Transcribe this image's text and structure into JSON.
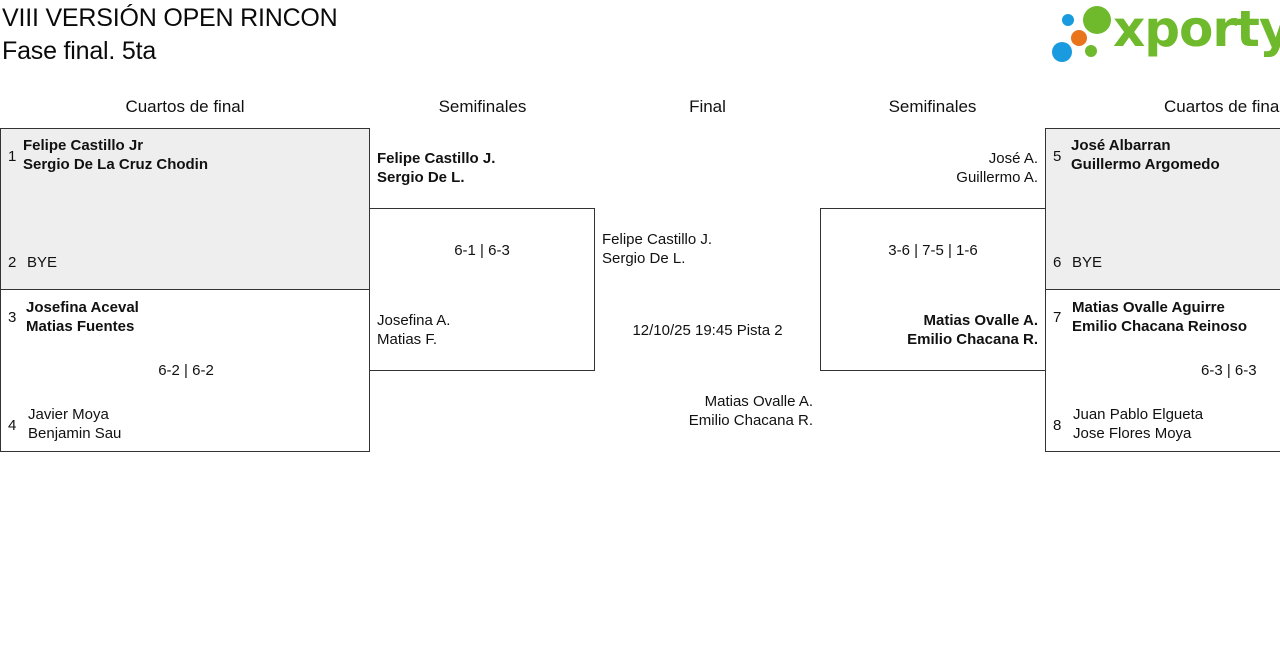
{
  "header": {
    "title": "VIII VERSIÓN OPEN RINCON",
    "subtitle": "Fase final. 5ta",
    "logo_text": "xporty",
    "logo_colors": {
      "blue": "#1a9be0",
      "orange": "#e8741c",
      "green": "#6fba2c"
    }
  },
  "columns": {
    "left_qf": "Cuartos de final",
    "left_sf": "Semifinales",
    "final": "Final",
    "right_sf": "Semifinales",
    "right_qf": "Cuartos de final"
  },
  "left_qf": {
    "m1": {
      "seed_a": "1",
      "a1": "Felipe Castillo Jr",
      "a2": "Sergio De La Cruz Chodin",
      "seed_b": "2",
      "b1": "BYE"
    },
    "m2": {
      "seed_a": "3",
      "a1": "Josefina Aceval",
      "a2": "Matias Fuentes",
      "score": "6-2 | 6-2",
      "seed_b": "4",
      "b1": "Javier Moya",
      "b2": "Benjamin Sau"
    }
  },
  "left_sf": {
    "a1": "Felipe Castillo J.",
    "a2": "Sergio De L.",
    "score": "6-1 | 6-3",
    "b1": "Josefina A.",
    "b2": "Matias F."
  },
  "final": {
    "a1": "Felipe Castillo J.",
    "a2": "Sergio De L.",
    "info": "12/10/25 19:45 Pista 2",
    "b1": "Matias Ovalle A.",
    "b2": "Emilio Chacana R."
  },
  "right_sf": {
    "a1": "José A.",
    "a2": "Guillermo A.",
    "score": "3-6 | 7-5 | 1-6",
    "b1": "Matias Ovalle A.",
    "b2": "Emilio Chacana R."
  },
  "right_qf": {
    "m1": {
      "seed_a": "5",
      "a1": "José Albarran",
      "a2": "Guillermo Argomedo",
      "seed_b": "6",
      "b1": "BYE"
    },
    "m2": {
      "seed_a": "7",
      "a1": "Matias Ovalle Aguirre",
      "a2": "Emilio Chacana Reinoso",
      "score": "6-3 | 6-3",
      "seed_b": "8",
      "b1": "Juan Pablo Elgueta",
      "b2": "Jose Flores Moya"
    }
  }
}
